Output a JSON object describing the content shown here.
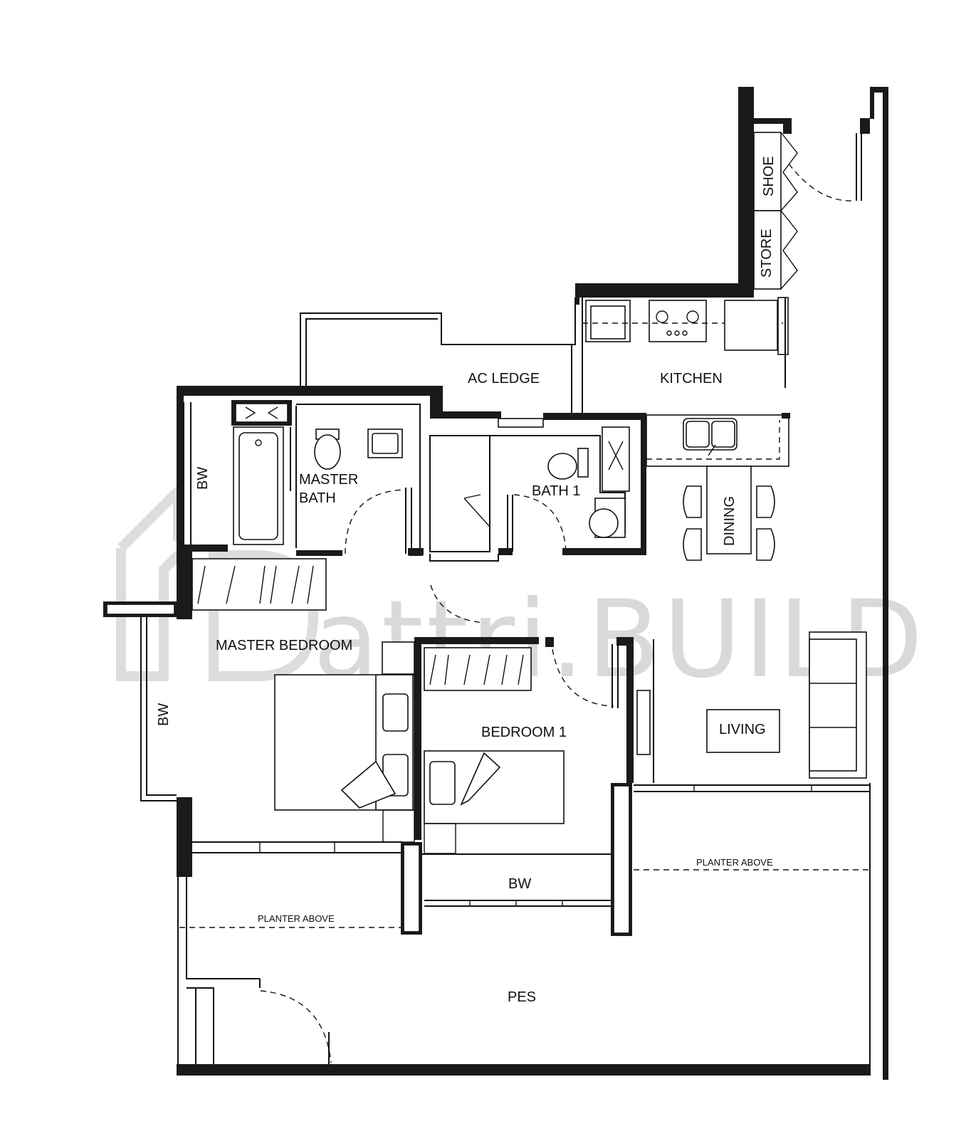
{
  "watermark": {
    "text": "attri.BUILD",
    "color": "#d9d9d9"
  },
  "rooms": {
    "ac_ledge": "AC LEDGE",
    "kitchen": "KITCHEN",
    "shoe": "SHOE",
    "store": "STORE",
    "master_bath_line1": "MASTER",
    "master_bath_line2": "BATH",
    "bath1": "BATH 1",
    "dining": "DINING",
    "bw_master_bath": "BW",
    "bw_master_bed": "BW",
    "bw_bedroom": "BW",
    "master_bedroom": "MASTER BEDROOM",
    "bedroom1": "BEDROOM 1",
    "living": "LIVING",
    "planter_left": "PLANTER ABOVE",
    "planter_right": "PLANTER ABOVE",
    "pes": "PES"
  },
  "colors": {
    "wall": "#1a1a1a",
    "line": "#111111",
    "background": "#ffffff"
  }
}
